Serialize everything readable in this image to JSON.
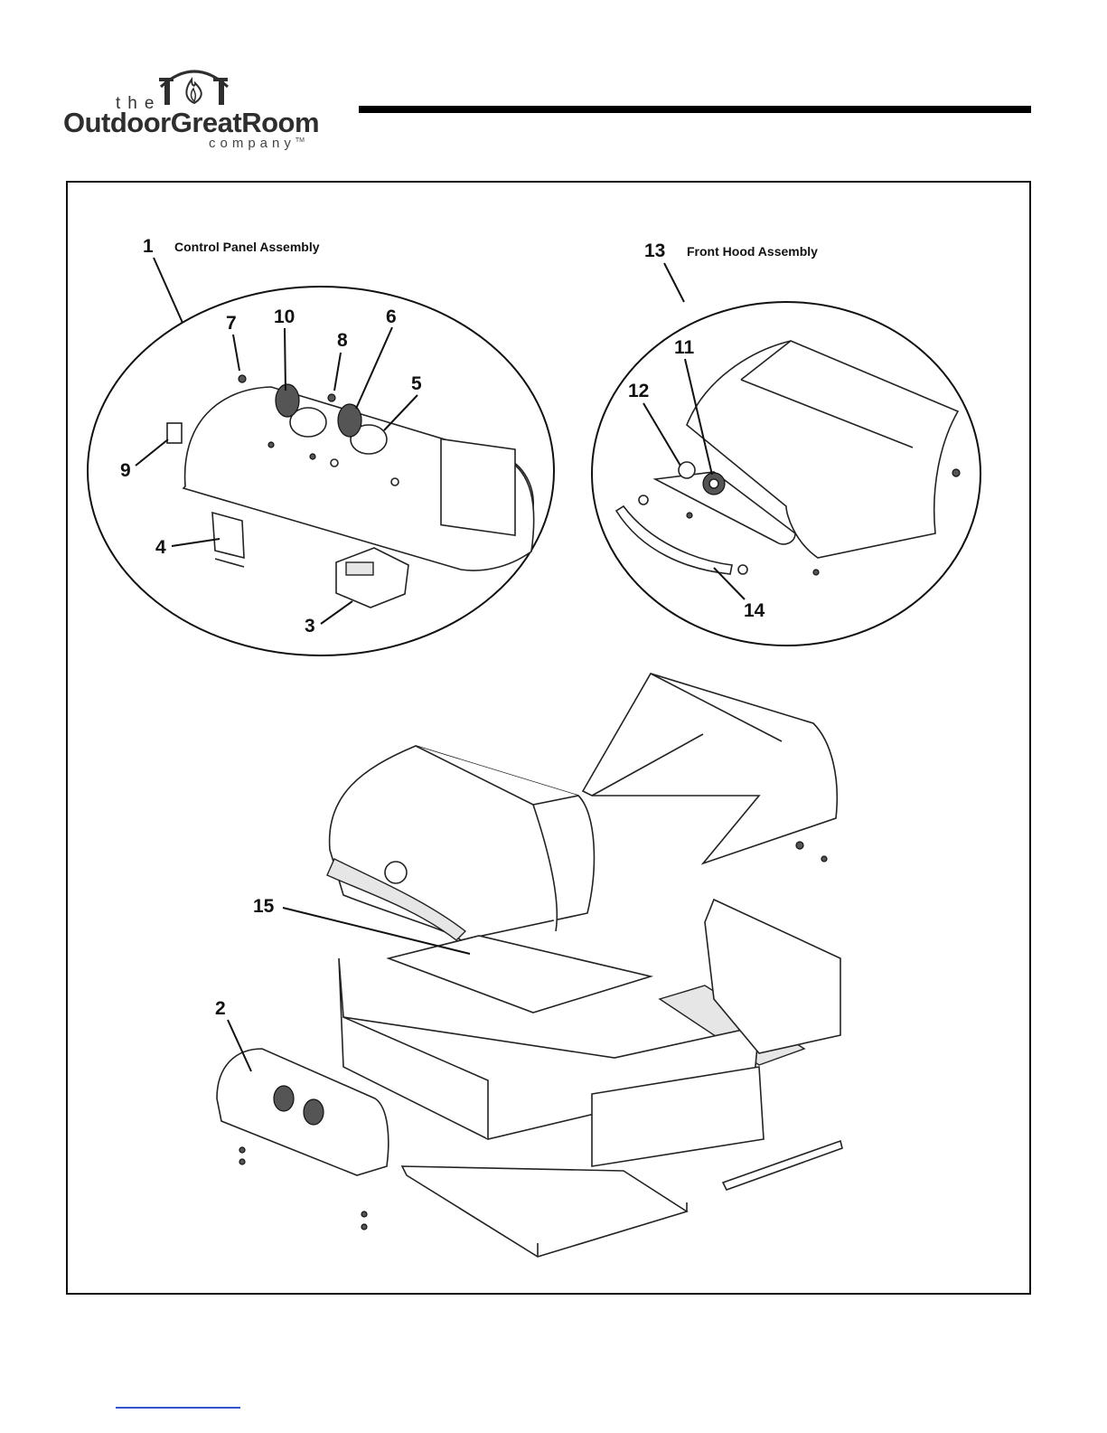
{
  "brand": {
    "the": "the",
    "name": "OutdoorGreatRoom",
    "company": "company",
    "trademark": "TM"
  },
  "callouts": [
    {
      "num": "1",
      "title": "Control Panel Assembly"
    },
    {
      "num": "13",
      "title": "Front Hood Assembly"
    },
    {
      "num": "2"
    },
    {
      "num": "3"
    },
    {
      "num": "4"
    },
    {
      "num": "5"
    },
    {
      "num": "6"
    },
    {
      "num": "7"
    },
    {
      "num": "8"
    },
    {
      "num": "9"
    },
    {
      "num": "10"
    },
    {
      "num": "11"
    },
    {
      "num": "12"
    },
    {
      "num": "14"
    },
    {
      "num": "15"
    }
  ]
}
